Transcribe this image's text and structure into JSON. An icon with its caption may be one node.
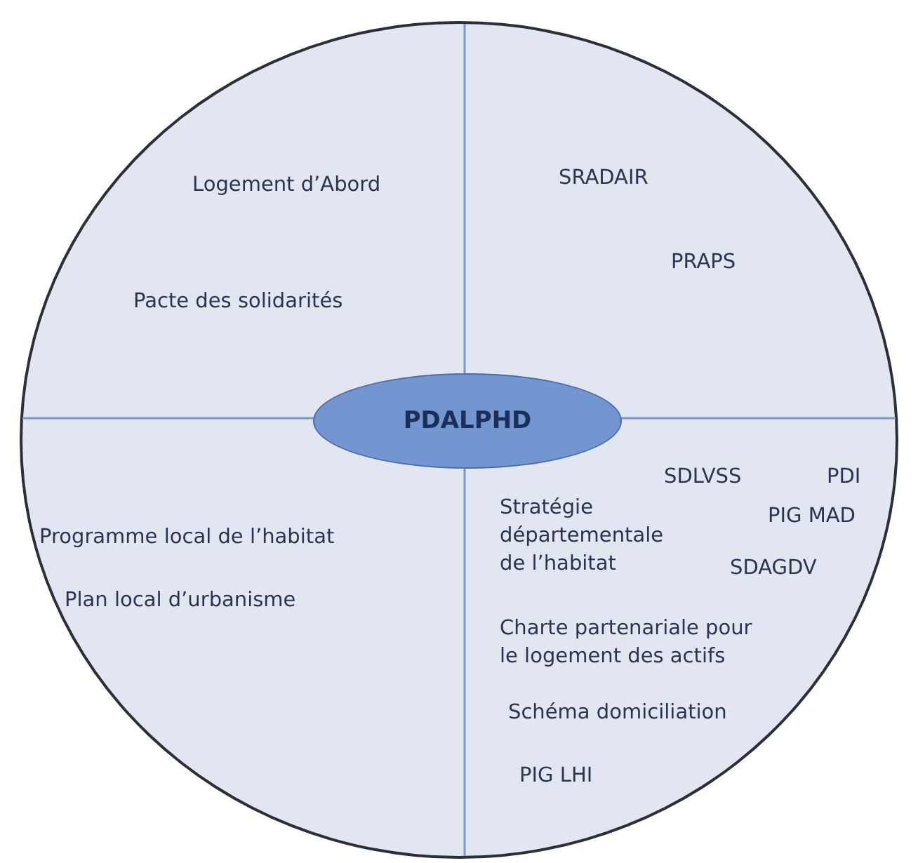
{
  "diagram": {
    "nodes": [
      {
        "text": [],
        "shape": "circle"
      },
      {
        "text": [
          "PDALPHD"
        ],
        "in": 0
      }
    ],
    "labels": [
      "Logement d’Abord",
      "Pacte des solidarités",
      "SRADAIR",
      "PRAPS",
      "Programme local de l’habitat",
      "Plan local d’urbanisme",
      "SDLVSS",
      "PDI",
      "Stratégie départementale de l’habitat",
      "PIG MAD",
      "SDAGDV",
      "Charte partenariale pour le logement des actifs",
      "Schéma domiciliation",
      "PIG LHI"
    ]
  }
}
